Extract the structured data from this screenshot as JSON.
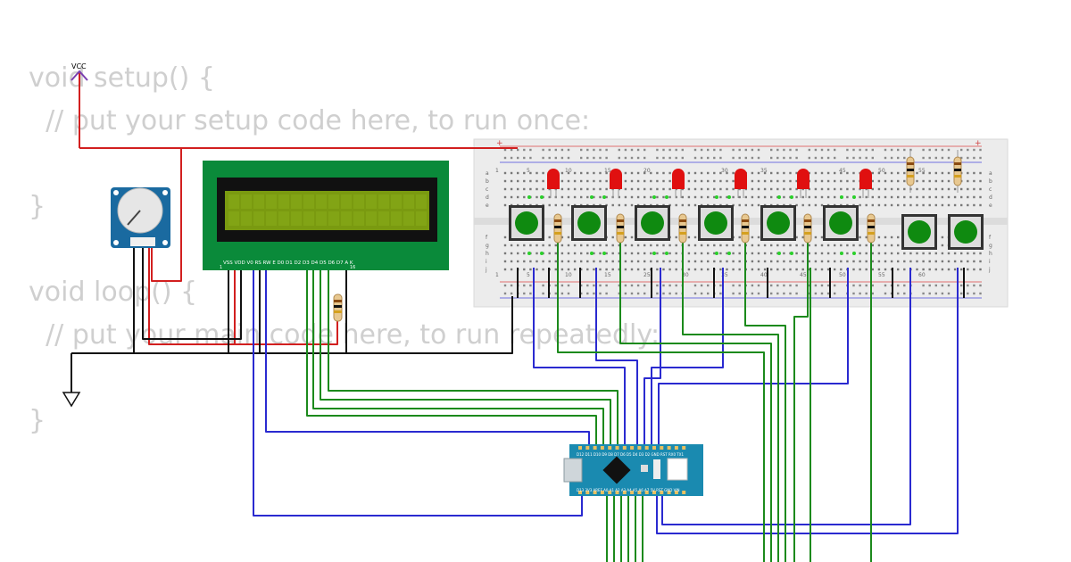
{
  "code": {
    "lines": [
      "void setup() {",
      "  // put your setup code here, to run once:",
      "",
      "}",
      "",
      "void loop() {",
      "  // put your main code here, to run repeatedly:",
      "",
      "}"
    ]
  },
  "vcc_label": "VCC",
  "lcd": {
    "pin_labels": "VSS VDD V0  RS  RW  E   D0  D1  D2  D3  D4  D5  D6  D7  A   K",
    "pin_first": "1",
    "pin_last": "16"
  },
  "breadboard": {
    "col_numbers_top": [
      "1",
      "5",
      "10",
      "15",
      "20",
      "30",
      "35",
      "45",
      "50",
      "55"
    ],
    "col_numbers_bottom": [
      "1",
      "5",
      "10",
      "15",
      "25",
      "30",
      "35",
      "40",
      "45",
      "50",
      "55",
      "60"
    ],
    "row_letters_top": [
      "a",
      "b",
      "c",
      "d",
      "e"
    ],
    "row_letters_bottom": [
      "f",
      "g",
      "h",
      "i",
      "j"
    ],
    "plus": "+",
    "minus": "−"
  },
  "nano": {
    "top_labels": "D12 D11 D10 D9 D8 D7 D6 D5 D4 D3 D2 GND RST RX0 TX1",
    "bottom_labels": "D13 3V3 AREF A0 A1 A2 A3 A4 A5 A6 A7 5V RST GND VIN"
  },
  "colors": {
    "wire_red": "#d21f1f",
    "wire_black": "#111111",
    "wire_blue": "#2a2ad0",
    "wire_green": "#1c8a1c",
    "lcd_board": "#0a8a3a",
    "lcd_screen": "#7a9a10",
    "nano_board": "#1a8ab0",
    "breadboard": "#ececec",
    "led": "#e01010",
    "button_cap": "#0f8a10"
  }
}
